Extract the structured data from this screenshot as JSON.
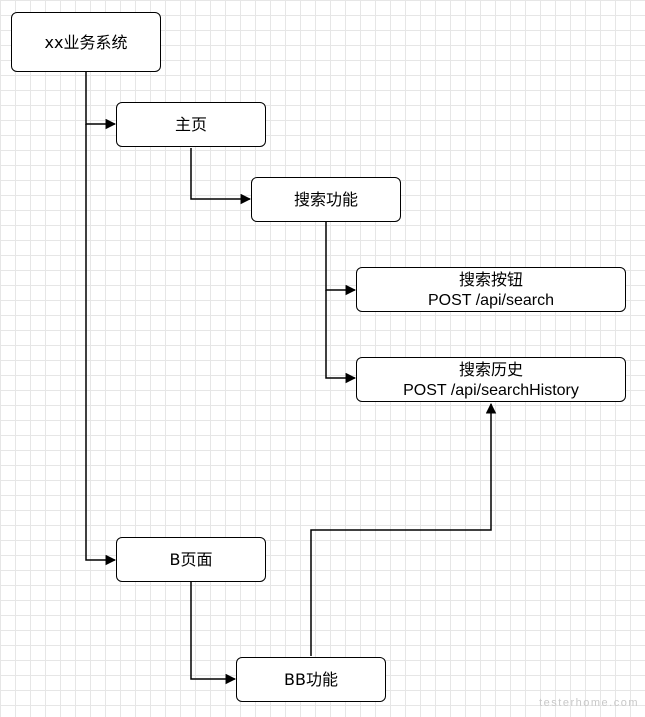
{
  "nodes": {
    "root": {
      "label": "xx业务系统"
    },
    "home": {
      "label": "主页"
    },
    "search_feature": {
      "label": "搜索功能"
    },
    "search_button": {
      "title": "搜索按钮",
      "api": "POST /api/search"
    },
    "search_history": {
      "title": "搜索历史",
      "api": "POST /api/searchHistory"
    },
    "b_page": {
      "label": "B页面"
    },
    "bb_feature": {
      "label": "BB功能"
    }
  },
  "watermark": "testerhome.com",
  "colors": {
    "node_border": "#000000",
    "edge": "#000000",
    "grid": "#e6e6e6",
    "watermark": "#c8c8c8"
  }
}
